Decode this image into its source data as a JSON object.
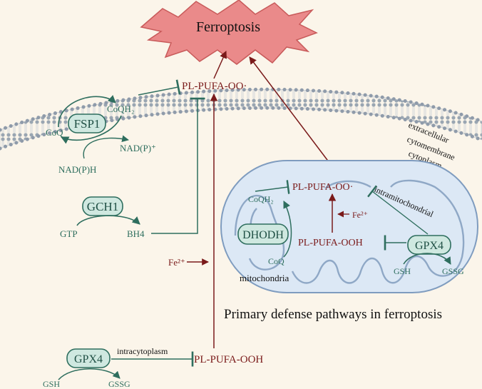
{
  "ferroptosis": "Ferroptosis",
  "pl_pufa_oo_membrane": "PL-PUFA-OO·",
  "fsp1": "FSP1",
  "coq": "CoQ",
  "coqh2": "CoQH₂",
  "nadph": "NAD(P)H",
  "nadp": "NAD(P)⁺",
  "extracellular": "extracellular",
  "cytomembrane": "cytomembrane",
  "cytoplasm": "cytoplasm",
  "gch1": "GCH1",
  "gtp": "GTP",
  "bh4": "BH4",
  "fe2_cyto": "Fe²⁺",
  "mito": {
    "pl_pufa_oo": "PL-PUFA-OO·",
    "intramitochondrial": "intramitochondrial",
    "coqh2": "CoQH₂",
    "fe2": "Fe²⁺",
    "dhodh": "DHODH",
    "pl_pufa_ooh": "PL-PUFA-OOH",
    "gpx4": "GPX4",
    "coq": "CoQ",
    "gsh": "GSH",
    "gssg": "GSSG",
    "label": "mitochondria"
  },
  "title": "Primary defense pathways in ferroptosis",
  "cyto": {
    "gpx4": "GPX4",
    "intracytoplasm": "intracytoplasm",
    "pl_pufa_ooh": "PL-PUFA-OOH",
    "gsh": "GSH",
    "gssg": "GSSG"
  }
}
